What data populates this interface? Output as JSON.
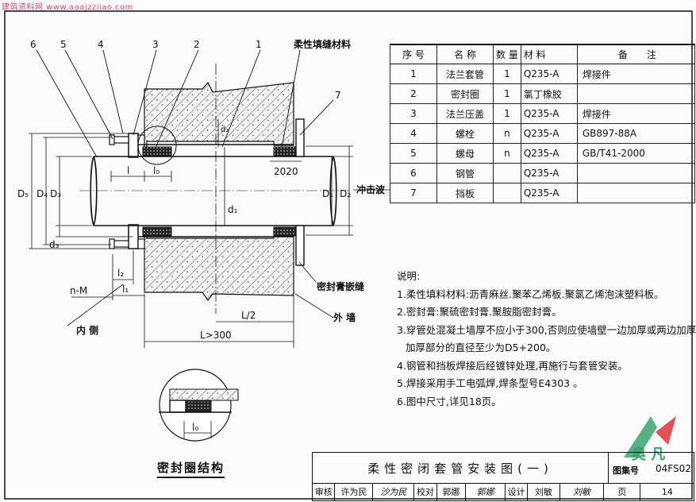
{
  "watermark": "建筑资料网 www.aaajzziiao.com",
  "drawing": {
    "part_callouts": [
      "6",
      "5",
      "4",
      "3",
      "2",
      "1"
    ],
    "filler_label": "柔性填缝材料",
    "callout_7": "7",
    "dims_left": [
      "D₅",
      "D₄",
      "D₃",
      "d₃"
    ],
    "dims_right": [
      "D₁",
      "D₂"
    ],
    "d1": "d₁",
    "d2": "d₂",
    "l_label": "l",
    "l0_label": "l₀",
    "l1_label": "l₁",
    "l2_label": "l₂",
    "gap_label": "2020",
    "wave_label": "冲击波",
    "bolt_label": "n-M",
    "sealant_label": "密封膏嵌缝",
    "outer_wall": "外 墙",
    "inner_side": "内 侧",
    "half_len": "L/2",
    "total_len": "L>300",
    "detail_l0": "l₀",
    "detail_caption": "密封圈结构"
  },
  "parts_table": {
    "headers": [
      "序 号",
      "名 称",
      "数 量",
      "材 料",
      "备　　注"
    ],
    "rows": [
      [
        "1",
        "法兰套管",
        "1",
        "Q235-A",
        "焊接件"
      ],
      [
        "2",
        "密封圈",
        "1",
        "氯丁橡胶",
        ""
      ],
      [
        "3",
        "法兰压盖",
        "1",
        "Q235-A",
        "焊接件"
      ],
      [
        "4",
        "螺栓",
        "n",
        "Q235-A",
        "GB897-88A"
      ],
      [
        "5",
        "螺母",
        "n",
        "Q235-A",
        "GB/T41-2000"
      ],
      [
        "6",
        "钢管",
        "",
        "Q235-A",
        ""
      ],
      [
        "7",
        "挡板",
        "",
        "Q235-A",
        ""
      ]
    ]
  },
  "notes": {
    "title": "说明:",
    "items": [
      "1.柔性填料材料:沥青麻丝.聚苯乙烯板.聚氯乙烯泡沫塑料板。",
      "2.密封膏:聚硫密封膏.聚胺脂密封膏。",
      "3.穿管处混凝土墙厚不应小于300,否则应使墙壁一边加厚或两边加厚",
      "加厚部分的直径至少为D5+200。",
      "4.钢管和挡板焊接后经镀锌处理,再施行与套管安装。",
      "5.焊接采用手工电弧焊,焊条型号E4303 。",
      "6.图中尺寸,详见18页。"
    ]
  },
  "title_block": {
    "title": "柔性密闭套管安装图(一)",
    "atlas_label": "图集号",
    "atlas_no": "04FS02",
    "row": [
      "审核",
      "许为民",
      "沙为民",
      "校对",
      "郭娜",
      "郭娜",
      "设计",
      "刘敏",
      "刘敏",
      "页",
      "14"
    ]
  },
  "logo_text": "奥 凡",
  "colors": {
    "hatch": "#333333",
    "logo_green": "#3aa36a",
    "logo_red": "#d8333a",
    "watermark": "#d64a7a"
  }
}
